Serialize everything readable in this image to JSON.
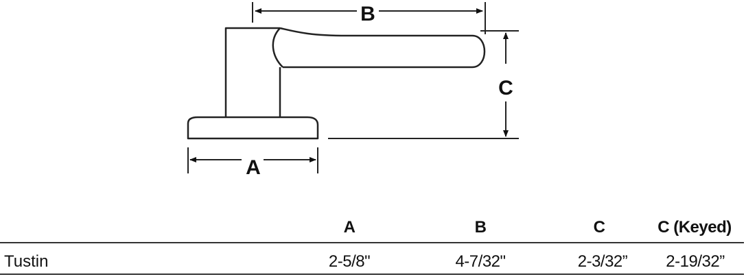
{
  "diagram": {
    "labels": {
      "a": "A",
      "b": "B",
      "c": "C"
    }
  },
  "table": {
    "headers": [
      "A",
      "B",
      "C",
      "C (Keyed)"
    ],
    "rows": [
      {
        "name": "Tustin",
        "values": [
          "2-5/8\"",
          "4-7/32\"",
          "2-3/32”",
          "2-19/32”"
        ]
      }
    ]
  }
}
